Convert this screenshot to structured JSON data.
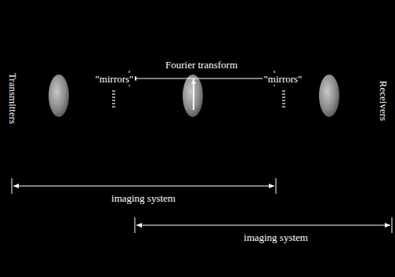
{
  "diagram": {
    "labels": [
      "Fourier transform",
      "Transmitters",
      "\"mirrors\"",
      "\"mirrors\"",
      "Receivers",
      "imaging system",
      "imaging system"
    ]
  }
}
